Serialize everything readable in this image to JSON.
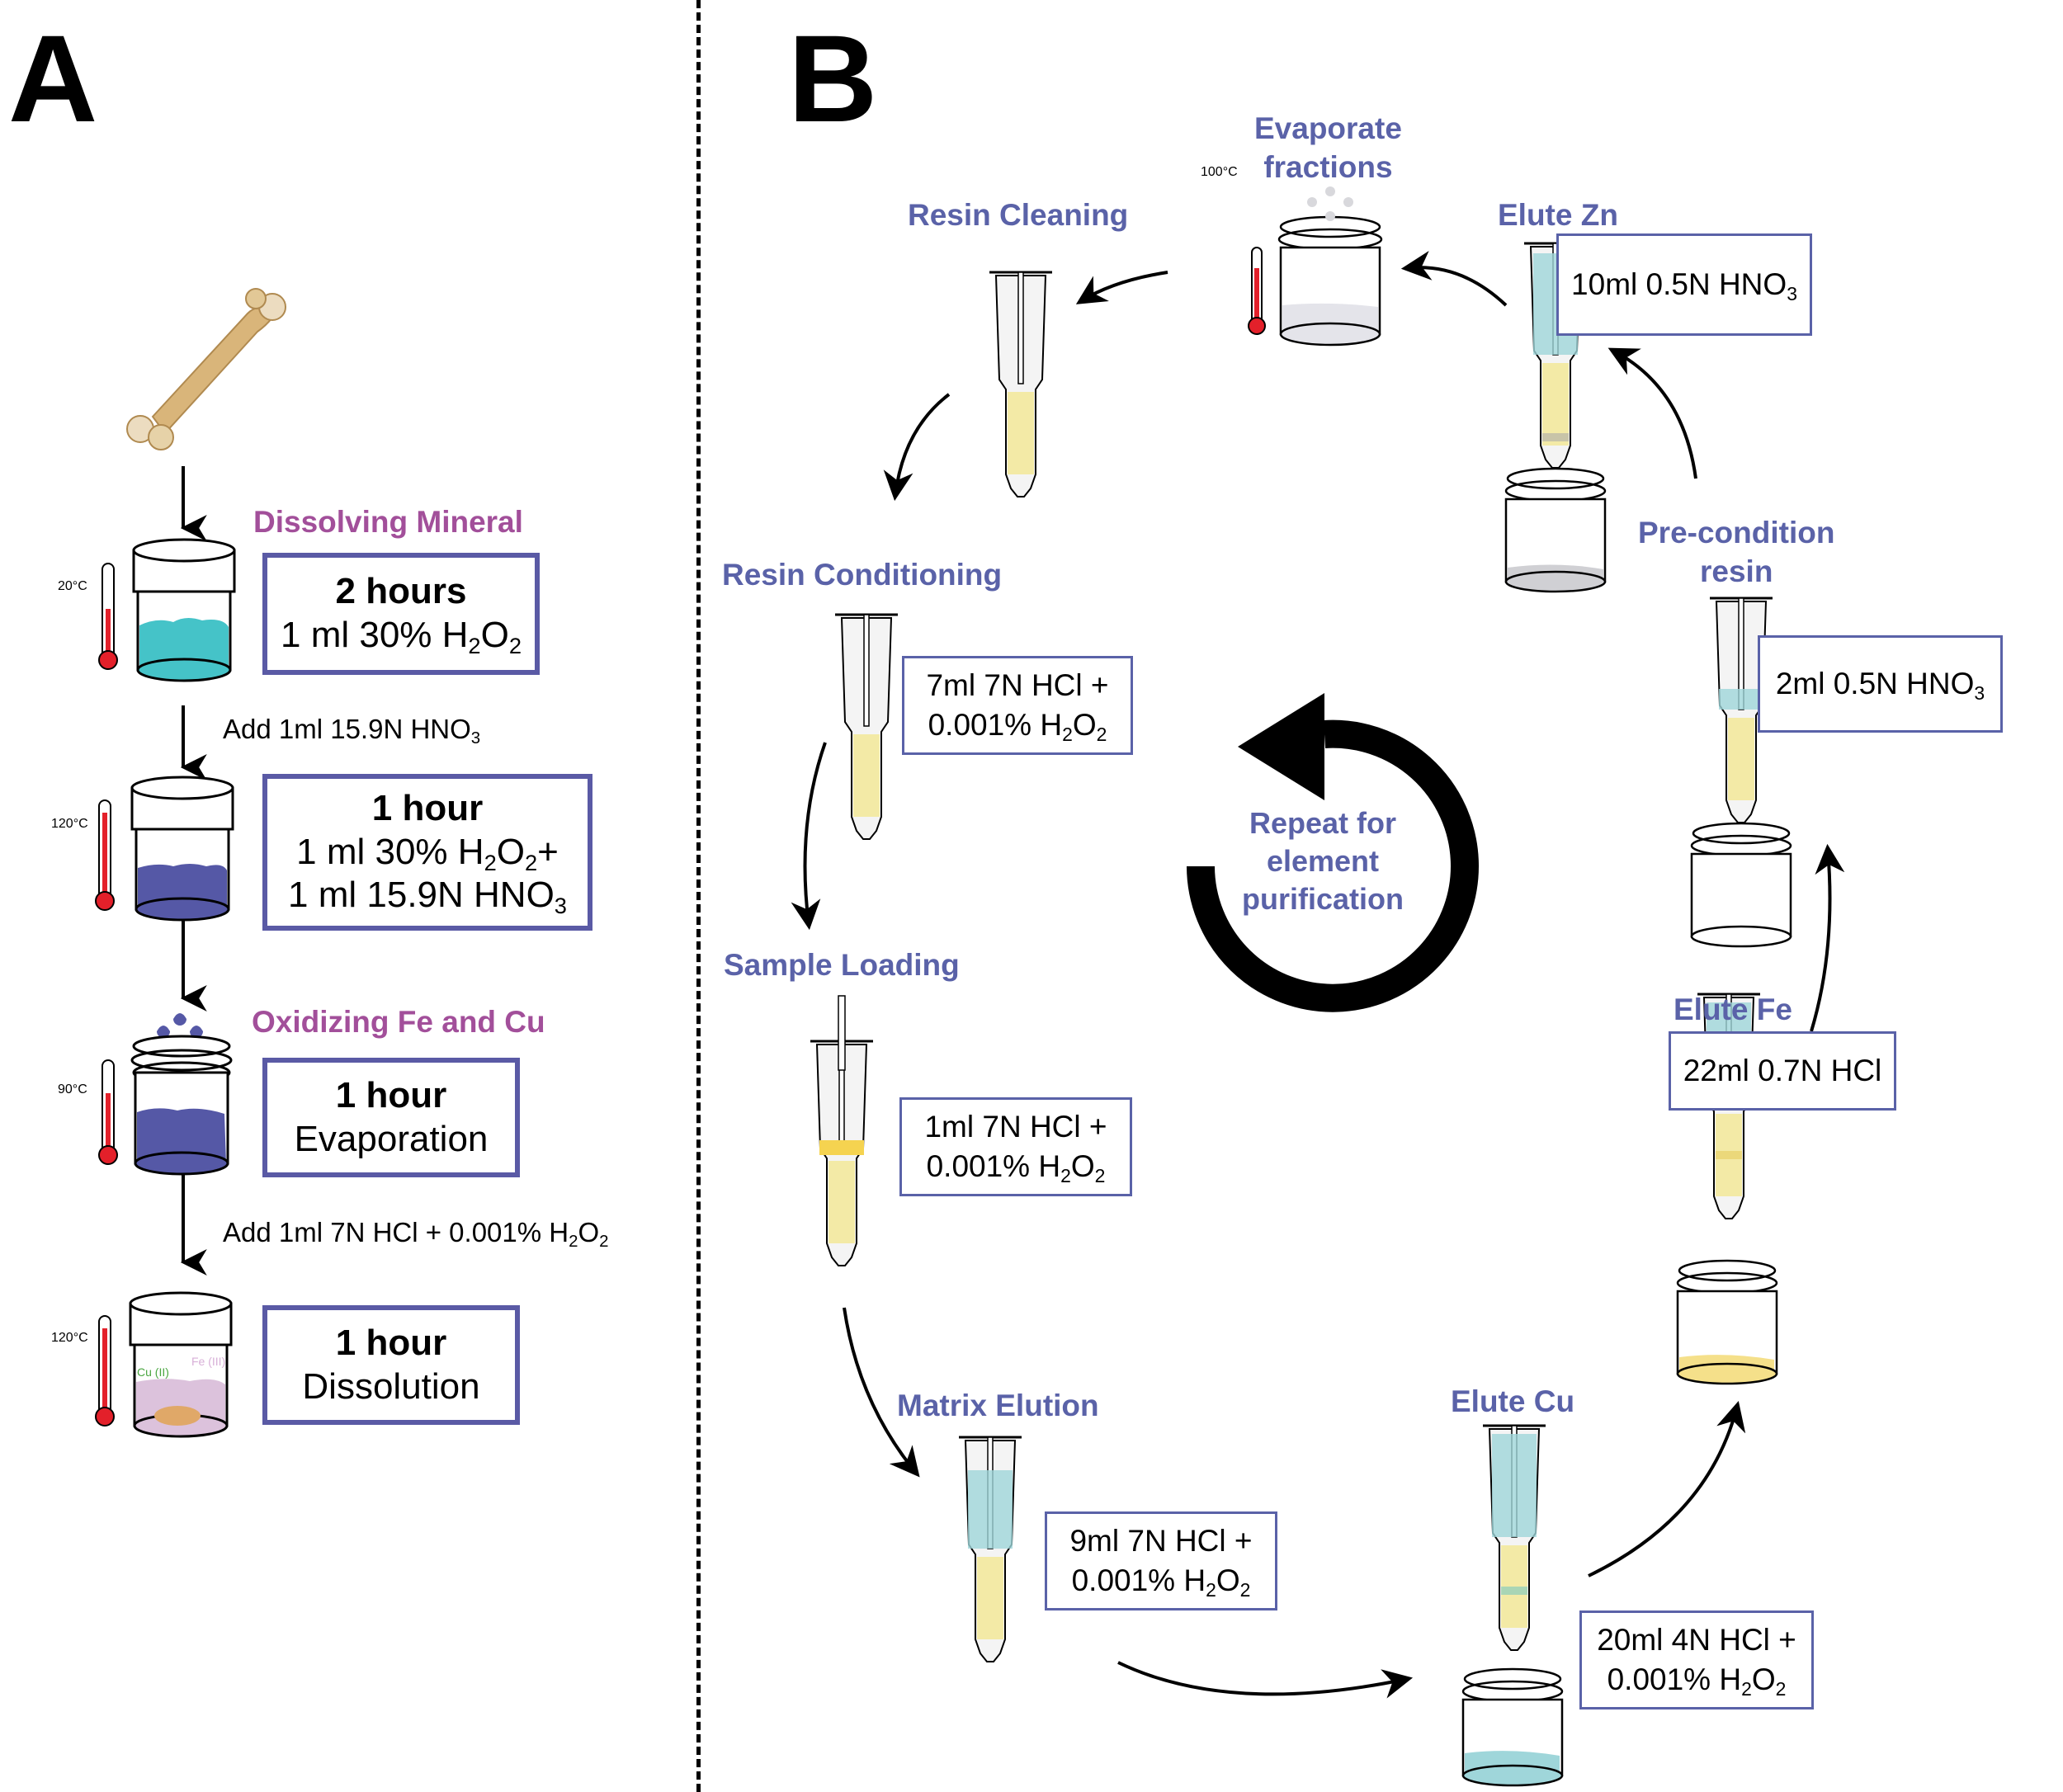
{
  "panels": {
    "a": {
      "letter": "A",
      "bone_icon": "femur-bone-icon",
      "steps": [
        {
          "section_label": "Dissolving Mineral",
          "temperature": "20°C",
          "duration": "2 hours",
          "reagent_lines": [
            [
              "1 ml 30% H",
              "2",
              "O",
              "2",
              ""
            ]
          ],
          "liquid_color": "#45c3c8"
        },
        {
          "transition": [
            "Add 1ml 15.9N HNO",
            "3"
          ],
          "temperature": "120°C",
          "duration": "1 hour",
          "reagent_lines": [
            [
              "1 ml 30% H",
              "2",
              "O",
              "2",
              "+"
            ],
            [
              "1 ml 15.9N HNO",
              "3",
              "",
              "",
              ""
            ]
          ],
          "liquid_color": "#5558a6"
        },
        {
          "section_label": "Oxidizing Fe and Cu",
          "temperature": "90°C",
          "duration": "1 hour",
          "reagent_lines": [
            [
              "Evaporation",
              "",
              "",
              "",
              ""
            ]
          ],
          "liquid_color": "#5558a6"
        },
        {
          "transition": [
            "Add 1ml 7N HCl + 0.001% H",
            "2",
            "O",
            "2"
          ],
          "temperature": "120°C",
          "duration": "1 hour",
          "reagent_lines": [
            [
              "Dissolution",
              "",
              "",
              "",
              ""
            ]
          ],
          "liquid_color": "#dcc2dc",
          "species": [
            "Cu (II)",
            "Fe (III)"
          ]
        }
      ]
    },
    "b": {
      "letter": "B",
      "cycle_label": [
        "Repeat for",
        "element",
        "purification"
      ],
      "stages": [
        {
          "id": "evaporate",
          "label": [
            "Evaporate",
            "fractions"
          ],
          "temperature": "100°C"
        },
        {
          "id": "resin-cleaning",
          "label": [
            "Resin Cleaning"
          ]
        },
        {
          "id": "resin-conditioning",
          "label": [
            "Resin Conditioning"
          ],
          "reagent": [
            [
              "7ml 7N HCl +"
            ],
            [
              "0.001% H",
              "2",
              "O",
              "2"
            ]
          ]
        },
        {
          "id": "sample-loading",
          "label": [
            "Sample Loading"
          ],
          "reagent": [
            [
              "1ml 7N HCl +"
            ],
            [
              "0.001% H",
              "2",
              "O",
              "2"
            ]
          ]
        },
        {
          "id": "matrix-elution",
          "label": [
            "Matrix Elution"
          ],
          "reagent": [
            [
              "9ml 7N HCl +"
            ],
            [
              "0.001% H",
              "2",
              "O",
              "2"
            ]
          ]
        },
        {
          "id": "elute-cu",
          "label": [
            "Elute Cu"
          ],
          "reagent": [
            [
              "20ml 4N HCl +"
            ],
            [
              "0.001% H",
              "2",
              "O",
              "2"
            ]
          ]
        },
        {
          "id": "elute-fe",
          "label": [
            "Elute Fe"
          ],
          "reagent": [
            [
              "22ml 0.7N HCl"
            ]
          ]
        },
        {
          "id": "pre-condition",
          "label": [
            "Pre-condition",
            "resin"
          ],
          "reagent": [
            [
              "2ml 0.5N HNO",
              "3"
            ]
          ]
        },
        {
          "id": "elute-zn",
          "label": [
            "Elute Zn"
          ],
          "reagent": [
            [
              "10ml 0.5N HNO",
              "3"
            ]
          ]
        }
      ]
    }
  },
  "colors": {
    "section_label_a": "#a24f9a",
    "section_label_b": "#5a62a8",
    "box_border": "#5a5aa5",
    "resin": "#f3eaa6",
    "eluent_blue": "#9fd6da",
    "thermometer_red": "#e3202a"
  }
}
